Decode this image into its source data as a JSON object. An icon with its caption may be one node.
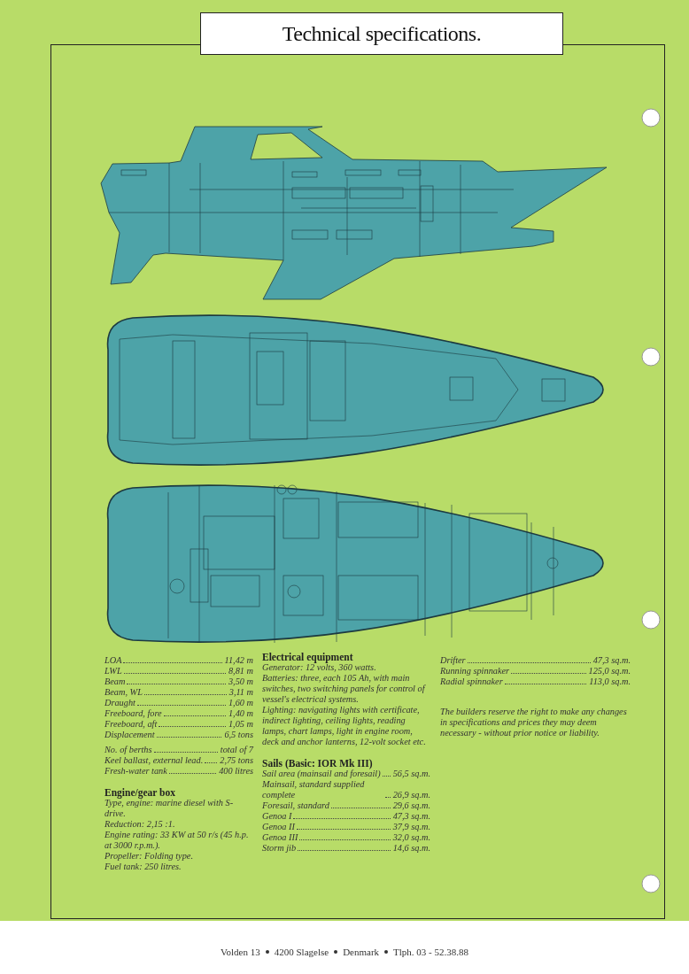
{
  "diagram": {
    "title": "Technical specifications.",
    "labels": [
      "LOA",
      "11,42 m",
      "LWL",
      "8,81 m",
      "Beam",
      "3,50 m",
      "Beam, WL",
      "3,11 m",
      "Draught",
      "1,60 m",
      "Freeboard, fore",
      "1,40 m",
      "Freeboard, aft",
      "1,05 m",
      "Displacement",
      "6,5 tons",
      "No. of berths",
      "total of 7",
      "Keel ballast, external lead.",
      "2,75 tons",
      "Fresh-water tank",
      "400 litres",
      "Engine/gear box",
      "Type, engine: marine diesel with S-drive.",
      "Reduction: 2,15 :1.",
      "Engine rating: 33 KW at 50 r/s (45 h.p. at 3000 r.p.m.).",
      "Propeller: Folding type.",
      "Fuel tank: 250 litres.",
      "Electrical equipment",
      "Generator: 12 volts, 360 watts.",
      "Batteries: three, each 105 Ah, with main switches, two switching panels for control of vessel's electrical systems.",
      "Lighting: navigating lights with certificate, indirect lighting, ceiling lights, reading lamps, chart lamps, light in engine room, deck and anchor lanterns, 12-volt socket etc.",
      "Sails (Basic: IOR Mk III)",
      "Sail area (mainsail and foresail)",
      "56,5 sq.m.",
      "Mainsail, standard supplied complete",
      "26,9 sq.m.",
      "Foresail, standard",
      "29,6 sq.m.",
      "Genoa I",
      "47,3 sq.m.",
      "Genoa II",
      "37,9 sq.m.",
      "Genoa III",
      "32,0 sq.m.",
      "Storm jib",
      "14,6 sq.m.",
      "Drifter",
      "47,3 sq.m.",
      "Running spinnaker",
      "125,0 sq.m.",
      "Radial spinnaker",
      "113,0 sq.m.",
      "The builders reserve the right to make any changes in specifications and prices they may deem necessary - without prior notice or liability.",
      "Volden 13",
      "4200 Slagelse",
      "Denmark",
      "Tlph. 03 - 52.38.88"
    ]
  }
}
